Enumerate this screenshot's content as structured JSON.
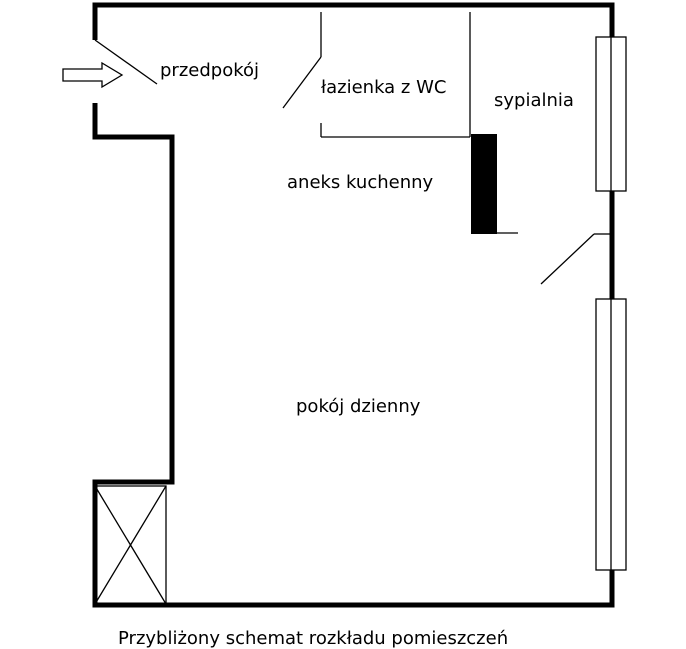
{
  "rooms": {
    "hallway": "przedpokój",
    "bathroom": "łazienka z WC",
    "bedroom": "sypialnia",
    "kitchenette": "aneks kuchenny",
    "living_room": "pokój dzienny"
  },
  "caption": "Przybliżony schemat rozkładu pomieszczeń",
  "colors": {
    "wall": "#000000",
    "background": "#ffffff"
  },
  "icons": {
    "entrance": "arrow-right-icon",
    "shaft": "crossed-box-icon"
  }
}
